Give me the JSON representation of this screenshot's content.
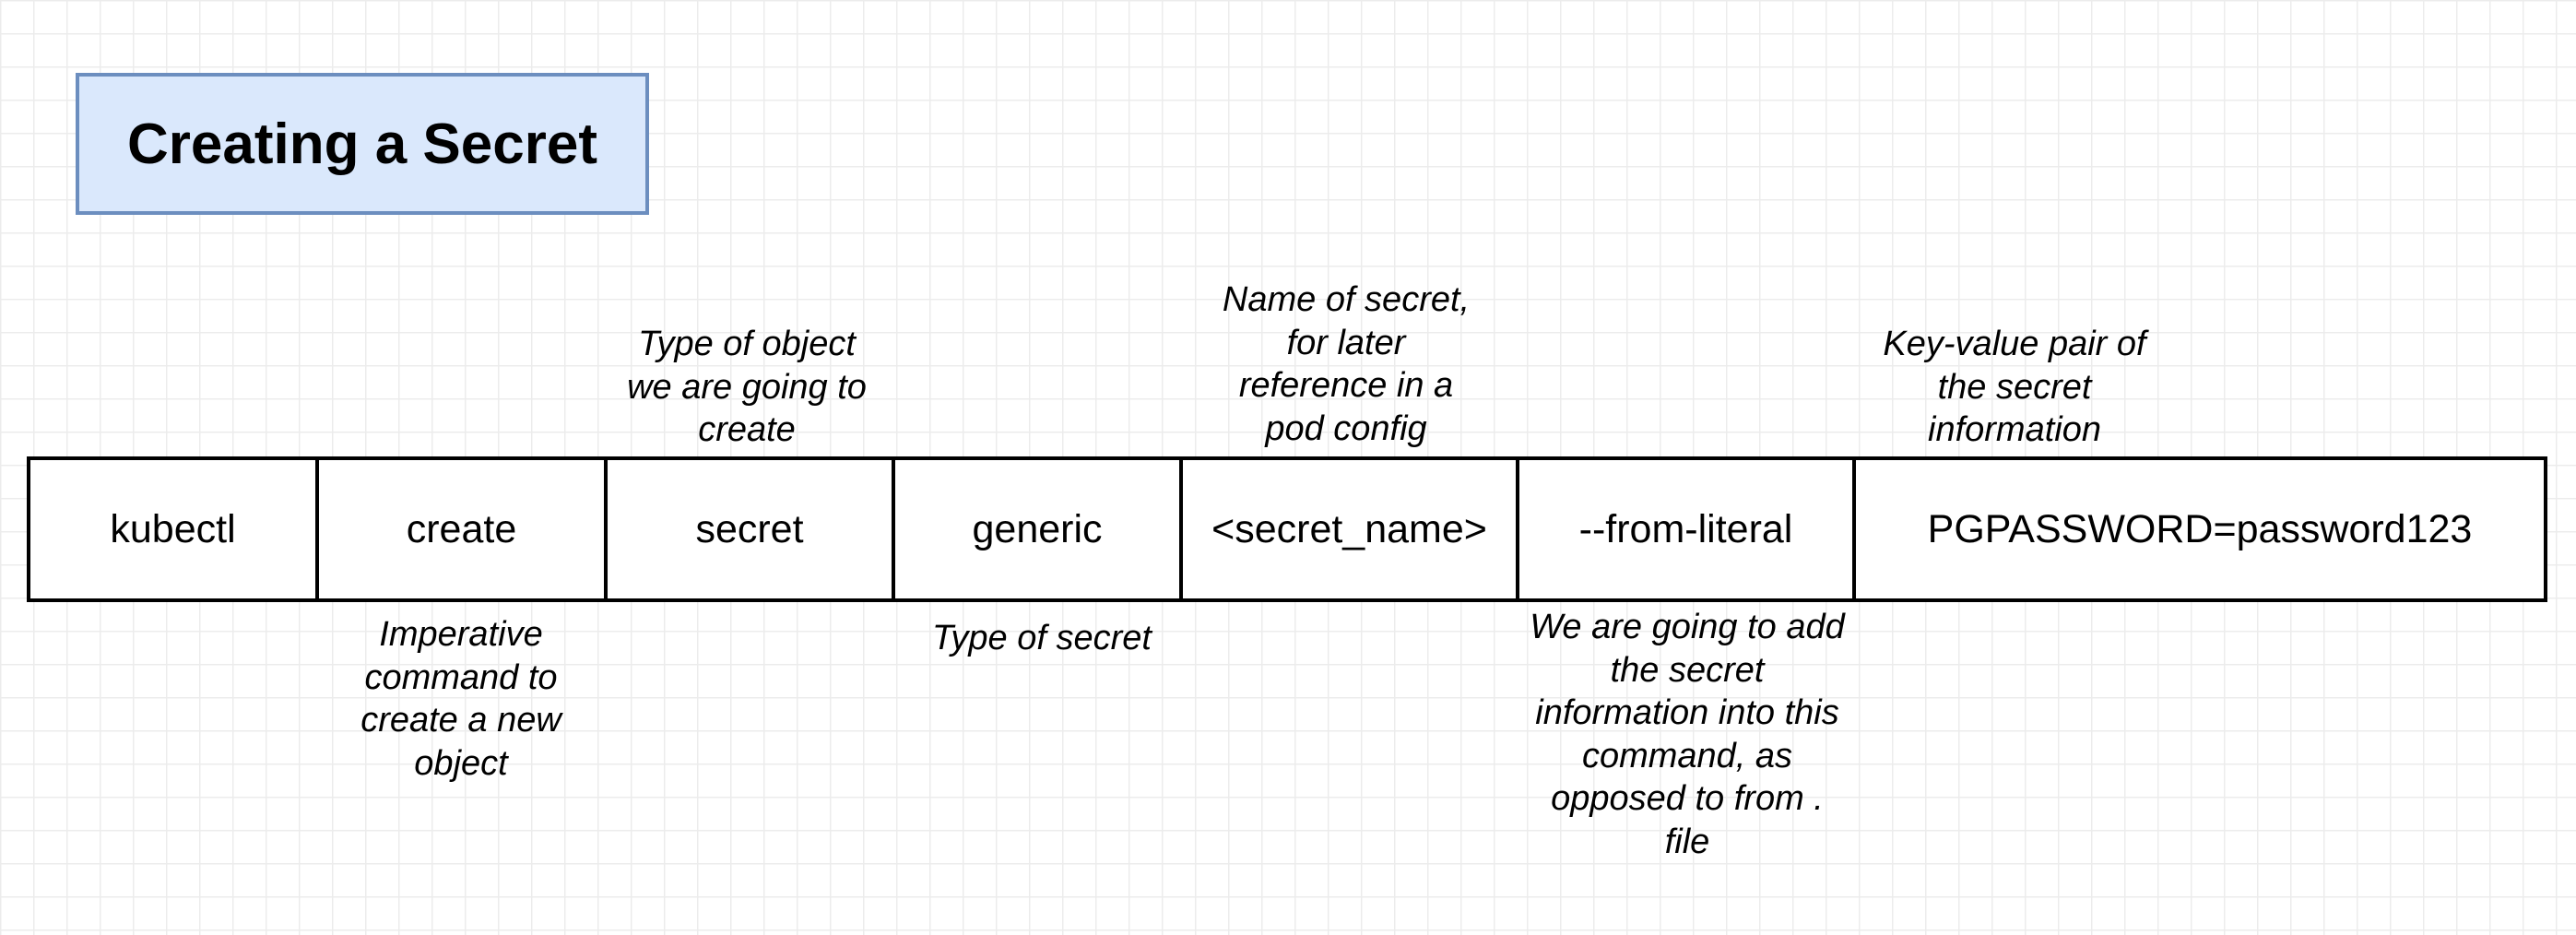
{
  "title": "Creating a Secret",
  "command_parts": [
    "kubectl",
    "create",
    "secret",
    "generic",
    "<secret_name>",
    "--from-literal",
    "PGPASSWORD=password123"
  ],
  "annotations": {
    "object_type": "Type of object\nwe are going to\ncreate",
    "secret_name": "Name of secret,\nfor later\nreference in a\npod config",
    "key_value": "Key-value pair of\nthe secret\ninformation",
    "imperative": "Imperative\ncommand to\ncreate a new\nobject",
    "secret_type": "Type of secret",
    "from_literal": "We are going to add\nthe secret\ninformation into this\ncommand, as\nopposed to from .\nfile"
  }
}
